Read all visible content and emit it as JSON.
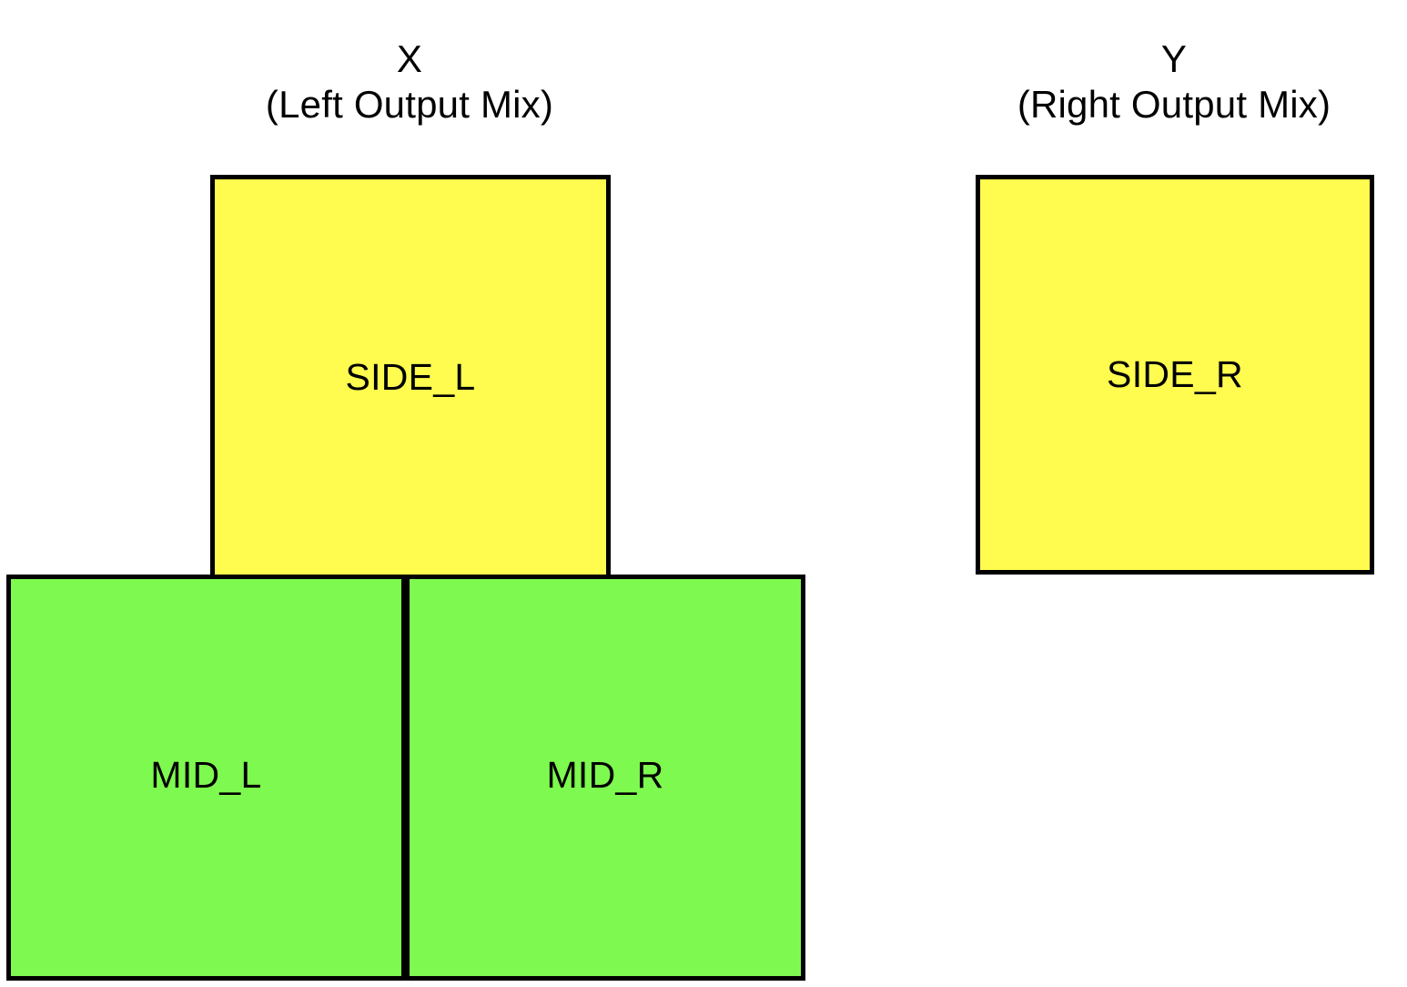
{
  "diagram": {
    "background_color": "#ffffff",
    "stroke_color": "#000000",
    "columns": [
      {
        "key": "x",
        "symbol": "X",
        "caption": "(Left Output Mix)"
      },
      {
        "key": "y",
        "symbol": "Y",
        "caption": "(Right Output Mix)"
      }
    ],
    "boxes": [
      {
        "key": "side_l",
        "label": "SIDE_L",
        "fill": "#fffb4f",
        "column": "X"
      },
      {
        "key": "side_r",
        "label": "SIDE_R",
        "fill": "#fffb4f",
        "column": "Y"
      },
      {
        "key": "mid_l",
        "label": "MID_L",
        "fill": "#7ef94f",
        "column": "X"
      },
      {
        "key": "mid_r",
        "label": "MID_R",
        "fill": "#7ef94f",
        "column": "X"
      }
    ]
  }
}
